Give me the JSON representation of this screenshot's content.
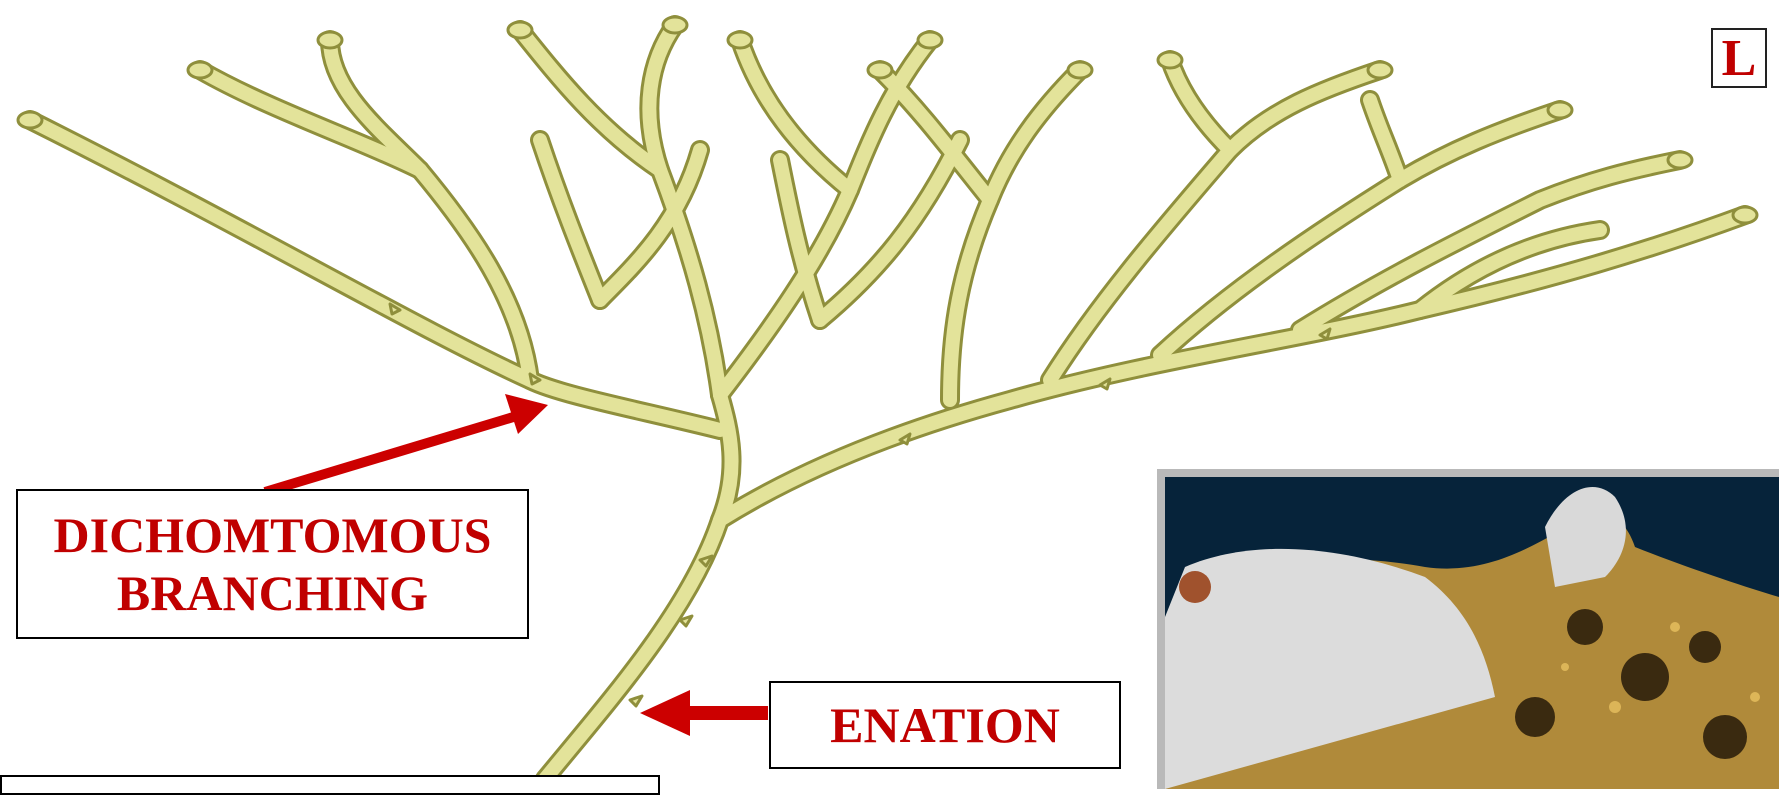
{
  "labels": {
    "dichotomous_line1": "DICHOMTOMOUS",
    "dichotomous_line2": "BRANCHING",
    "enation": "ENATION",
    "corner": "L"
  },
  "colors": {
    "label_text": "#c00000",
    "arrow": "#cc0000",
    "stem_fill": "#e3e39a",
    "stem_outline": "#8f8f3c",
    "photo_frame": "#b9b9b9"
  }
}
